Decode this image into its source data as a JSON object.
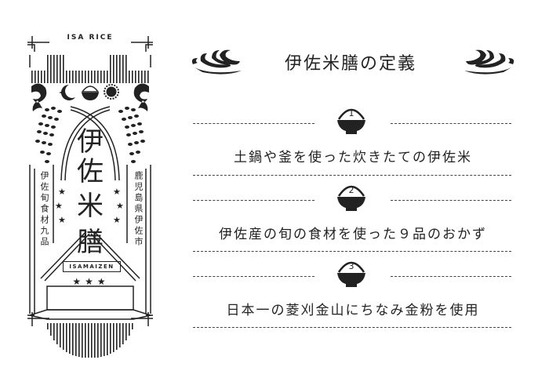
{
  "emblem": {
    "top_label": "ISA RICE",
    "main_title_chars": [
      "伊",
      "佐",
      "米",
      "膳"
    ],
    "left_vertical_text": "伊佐旬食材九品",
    "right_vertical_text": "鹿児島県伊佐市",
    "banner_label": "ISAMAIZEN",
    "bottom_stars": "★★★",
    "side_stars": "★",
    "icons": [
      "moon-icon",
      "rice-bowl-icon",
      "sun-icon"
    ]
  },
  "definitions": {
    "title": "伊佐米膳の定義",
    "items": [
      {
        "number": "1",
        "text": "土鍋や釜を使った炊きたての伊佐米"
      },
      {
        "number": "2",
        "text": "伊佐産の旬の食材を使った９品のおかず"
      },
      {
        "number": "3",
        "text": "日本一の菱刈金山にちなみ金粉を使用"
      }
    ]
  },
  "colors": {
    "ink": "#222222",
    "background": "#ffffff"
  }
}
